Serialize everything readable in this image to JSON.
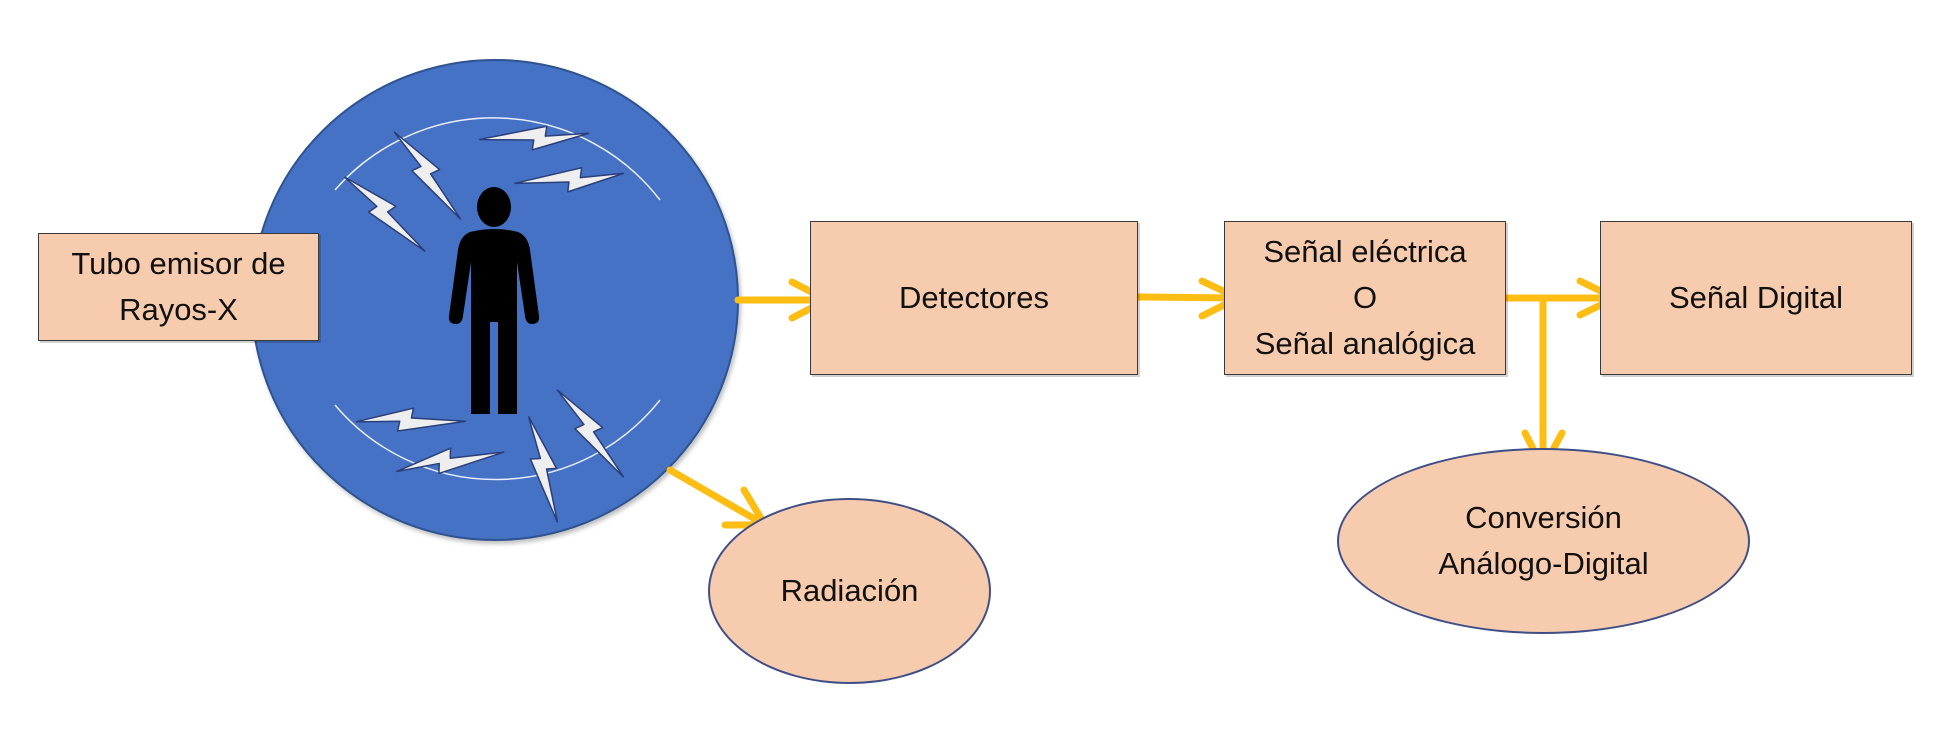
{
  "colors": {
    "box_fill": "#f7cbad",
    "circle_fill": "#4472c4",
    "arrow": "#fdbd13",
    "bolt": "#eeeeee",
    "person": "#000000"
  },
  "icons": {
    "person": "person-icon",
    "bolt": "lightning-bolt-icon"
  },
  "nodes": {
    "tubo": {
      "line1": "Tubo emisor de",
      "line2": "Rayos-X"
    },
    "detectores": {
      "label": "Detectores"
    },
    "senal_electrica": {
      "line1": "Señal eléctrica",
      "line2": "O",
      "line3": "Señal analógica"
    },
    "senal_digital": {
      "label": "Señal Digital"
    },
    "radiacion": {
      "label": "Radiación"
    },
    "conversion": {
      "line1": "Conversión",
      "line2": "Análogo-Digital"
    }
  }
}
